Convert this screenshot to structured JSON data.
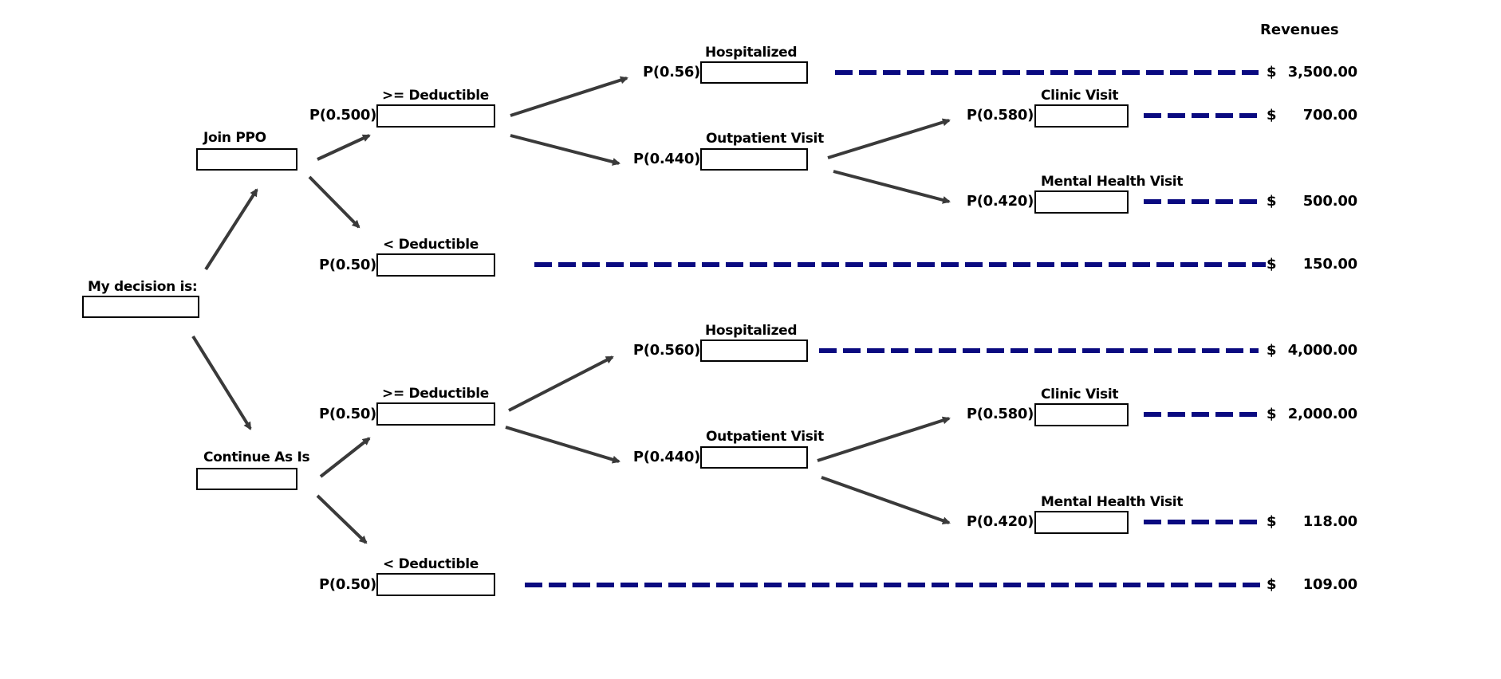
{
  "header": {
    "revenues": "Revenues"
  },
  "root": {
    "label": "My decision is:"
  },
  "branches": {
    "join": {
      "label": "Join PPO",
      "ge": {
        "prob": "P(0.500)",
        "label": ">= Deductible"
      },
      "hosp": {
        "prob": "P(0.56)",
        "label": "Hospitalized",
        "amount": "3,500.00"
      },
      "outp": {
        "prob": "P(0.440)",
        "label": "Outpatient Visit"
      },
      "clinic": {
        "prob": "P(0.580)",
        "label": "Clinic Visit",
        "amount": "700.00"
      },
      "mental": {
        "prob": "P(0.420)",
        "label": "Mental Health Visit",
        "amount": "500.00"
      },
      "lt": {
        "prob": "P(0.50)",
        "label": "< Deductible",
        "amount": "150.00"
      }
    },
    "cont": {
      "label": "Continue As Is",
      "ge": {
        "prob": "P(0.50)",
        "label": ">= Deductible"
      },
      "hosp": {
        "prob": "P(0.560)",
        "label": "Hospitalized",
        "amount": "4,000.00"
      },
      "outp": {
        "prob": "P(0.440)",
        "label": "Outpatient Visit"
      },
      "clinic": {
        "prob": "P(0.580)",
        "label": "Clinic Visit",
        "amount": "2,000.00"
      },
      "mental": {
        "prob": "P(0.420)",
        "label": "Mental Health Visit",
        "amount": "118.00"
      },
      "lt": {
        "prob": "P(0.50)",
        "label": "< Deductible",
        "amount": "109.00"
      }
    }
  },
  "currency": "$",
  "colors": {
    "dash": "#0a0a80",
    "arrow": "#3a3a3a"
  }
}
